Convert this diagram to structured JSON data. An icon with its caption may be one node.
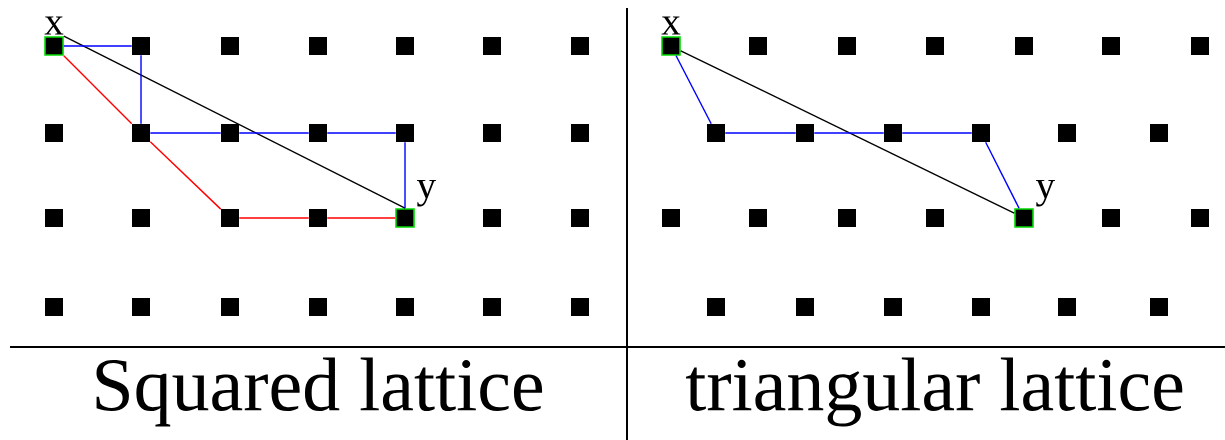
{
  "diagram": {
    "nodes": [
      {
        "text": [
          "x"
        ]
      },
      {
        "text": [],
        "shape": "box"
      },
      {
        "text": [],
        "shape": "box"
      },
      {
        "text": [],
        "shape": "box"
      },
      {
        "text": [],
        "shape": "box"
      },
      {
        "text": [],
        "shape": "box"
      },
      {
        "text": [],
        "shape": "box"
      },
      {
        "text": [],
        "shape": "box"
      },
      {
        "text": [],
        "shape": "box"
      },
      {
        "text": [],
        "shape": "box"
      },
      {
        "text": [],
        "shape": "box"
      },
      {
        "text": [],
        "shape": "box"
      },
      {
        "text": [],
        "shape": "box"
      },
      {
        "text": [],
        "shape": "box"
      },
      {
        "text": [],
        "shape": "box"
      },
      {
        "text": [],
        "shape": "box"
      },
      {
        "text": [],
        "shape": "box"
      },
      {
        "text": [],
        "shape": "box"
      },
      {
        "text": [
          "y"
        ]
      },
      {
        "text": [],
        "shape": "box"
      },
      {
        "text": [],
        "shape": "box"
      },
      {
        "text": [],
        "shape": "box"
      },
      {
        "text": [],
        "shape": "box"
      },
      {
        "text": [],
        "shape": "box"
      },
      {
        "text": [],
        "shape": "box"
      },
      {
        "text": [],
        "shape": "box"
      },
      {
        "text": [],
        "shape": "box"
      },
      {
        "text": [],
        "shape": "box"
      },
      {
        "text": [
          "x"
        ]
      },
      {
        "text": [],
        "shape": "box"
      },
      {
        "text": [],
        "shape": "box"
      },
      {
        "text": [],
        "shape": "box"
      },
      {
        "text": [],
        "shape": "box"
      },
      {
        "text": [],
        "shape": "box"
      },
      {
        "text": [],
        "shape": "box"
      },
      {
        "text": [],
        "shape": "box"
      },
      {
        "text": [],
        "shape": "box"
      },
      {
        "text": [],
        "shape": "box"
      },
      {
        "text": [],
        "shape": "box"
      },
      {
        "text": [],
        "shape": "box"
      },
      {
        "text": [],
        "shape": "box"
      },
      {
        "text": [],
        "shape": "box"
      },
      {
        "text": [],
        "shape": "box"
      },
      {
        "text": [],
        "shape": "box"
      },
      {
        "text": [],
        "shape": "box"
      },
      {
        "text": [
          "y"
        ]
      },
      {
        "text": [],
        "shape": "box"
      },
      {
        "text": [],
        "shape": "box"
      },
      {
        "text": [],
        "shape": "box"
      },
      {
        "text": [],
        "shape": "box"
      },
      {
        "text": [],
        "shape": "box"
      },
      {
        "text": [],
        "shape": "box"
      },
      {
        "text": [],
        "shape": "box"
      },
      {
        "text": [],
        "shape": "box"
      }
    ],
    "edges": [
      {
        "from": 0,
        "to": 18,
        "arrow": "none",
        "color": "#000000"
      },
      {
        "from": 0,
        "to": 1,
        "arrow": "none",
        "color": "#0000ff"
      },
      {
        "from": 1,
        "to": 8,
        "arrow": "none",
        "color": "#0000ff"
      },
      {
        "from": 8,
        "to": 9,
        "arrow": "none",
        "color": "#0000ff"
      },
      {
        "from": 9,
        "to": 10,
        "arrow": "none",
        "color": "#0000ff"
      },
      {
        "from": 10,
        "to": 11,
        "arrow": "none",
        "color": "#0000ff"
      },
      {
        "from": 11,
        "to": 18,
        "arrow": "none",
        "color": "#0000ff"
      },
      {
        "from": 0,
        "to": 8,
        "arrow": "none",
        "color": "#ff0000"
      },
      {
        "from": 8,
        "to": 16,
        "arrow": "none",
        "color": "#ff0000"
      },
      {
        "from": 16,
        "to": 17,
        "arrow": "none",
        "color": "#ff0000"
      },
      {
        "from": 17,
        "to": 18,
        "arrow": "none",
        "color": "#ff0000"
      },
      {
        "from": 28,
        "to": 45,
        "arrow": "none",
        "color": "#000000"
      },
      {
        "from": 28,
        "to": 35,
        "arrow": "none",
        "color": "#0000ff"
      },
      {
        "from": 35,
        "to": 36,
        "arrow": "none",
        "color": "#0000ff"
      },
      {
        "from": 36,
        "to": 37,
        "arrow": "none",
        "color": "#0000ff"
      },
      {
        "from": 37,
        "to": 38,
        "arrow": "none",
        "color": "#0000ff"
      },
      {
        "from": 38,
        "to": 45,
        "arrow": "none",
        "color": "#0000ff"
      }
    ],
    "labels": [
      "Squared lattice",
      "triangular lattice"
    ]
  }
}
